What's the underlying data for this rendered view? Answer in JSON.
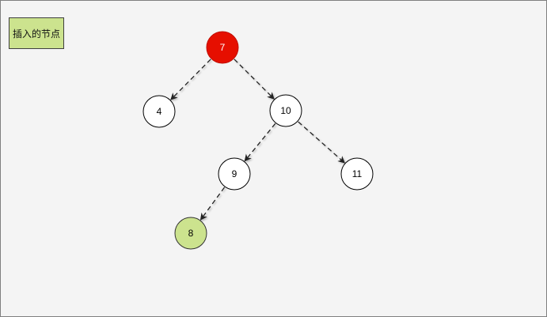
{
  "legend": {
    "label": "插入的节点",
    "color": "#cce38e"
  },
  "colors": {
    "root_fill": "#e60f00",
    "root_stroke": "#c00f00",
    "normal_fill": "#ffffff",
    "normal_stroke": "#000000",
    "inserted_fill": "#cce38e",
    "inserted_stroke": "#333333",
    "edge": "#222222"
  },
  "nodes": [
    {
      "id": "n7",
      "label": "7",
      "kind": "root"
    },
    {
      "id": "n4",
      "label": "4",
      "kind": "normal"
    },
    {
      "id": "n10",
      "label": "10",
      "kind": "normal"
    },
    {
      "id": "n9",
      "label": "9",
      "kind": "normal"
    },
    {
      "id": "n11",
      "label": "11",
      "kind": "normal"
    },
    {
      "id": "n8",
      "label": "8",
      "kind": "inserted"
    }
  ],
  "edges": [
    {
      "from": "n7",
      "to": "n4"
    },
    {
      "from": "n7",
      "to": "n10"
    },
    {
      "from": "n10",
      "to": "n9"
    },
    {
      "from": "n10",
      "to": "n11"
    },
    {
      "from": "n9",
      "to": "n8"
    }
  ]
}
